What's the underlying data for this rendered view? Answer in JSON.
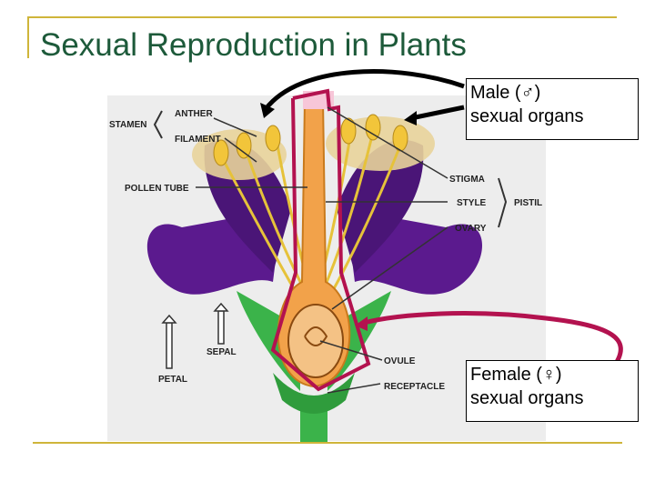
{
  "slide": {
    "title": "Sexual Reproduction in Plants"
  },
  "callouts": {
    "male": {
      "line1": "Male (♂)",
      "line2": "sexual organs"
    },
    "female": {
      "line1": "Female (♀)",
      "line2": "sexual organs"
    }
  },
  "labels": {
    "stamen": "STAMEN",
    "anther": "ANTHER",
    "filament": "FILAMENT",
    "pollen_tube": "POLLEN TUBE",
    "stigma": "STIGMA",
    "style": "STYLE",
    "pistil": "PISTIL",
    "ovary": "OVARY",
    "sepal": "SEPAL",
    "petal": "PETAL",
    "ovule": "OVULE",
    "receptacle": "RECEPTACLE"
  },
  "colors": {
    "title": "#1d5a3a",
    "accent_line": "#cfb53a",
    "petal": "#5b1a8e",
    "sepal": "#3bb34a",
    "ovary": "#f2a24a",
    "pistil_outline": "#b3124f",
    "highlight": "#e8d39a"
  }
}
